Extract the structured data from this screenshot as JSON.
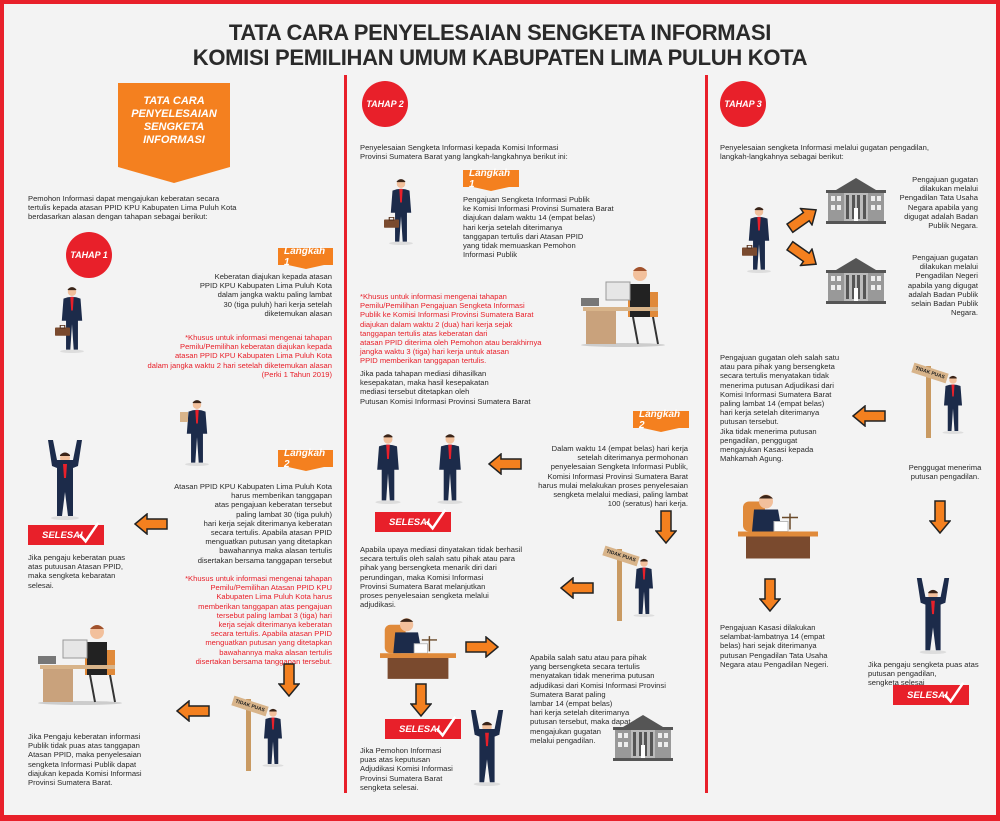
{
  "title": {
    "line1": "TATA CARA PENYELESAIAN SENGKETA INFORMASI",
    "line2": "KOMISI PEMILIHAN UMUM KABUPATEN LIMA PULUH KOTA"
  },
  "banner": "TATA CARA\nPENYELESAIAN\nSENGKETA\nINFORMASI",
  "colors": {
    "red": "#e8202a",
    "orange": "#f4801f"
  },
  "tahap1": {
    "label": "TAHAP 1",
    "intro": "Pemohon Informasi dapat mengajukan keberatan secara\ntertulis kepada atasan PPID KPU Kabupaten Lima Puluh Kota\nberdasarkan alasan dengan tahapan sebagai berikut:",
    "langkah1": {
      "label": "Langkah 1",
      "text": "Keberatan diajukan kepada atasan\nPPID KPU Kabupaten Lima Puluh Kota\ndalam jangka waktu paling lambat\n30 (tiga puluh) hari kerja setelah\ndiketemukan alasan",
      "note": "*Khusus untuk informasi mengenai tahapan\nPemilu/Pemilihan keberatan diajukan kepada\natasan PPID KPU Kabupaten Lima Puluh Kota\ndalam jangka waktu 2 hari setelah diketemukan alasan\n(Perki 1 Tahun 2019)"
    },
    "langkah2": {
      "label": "Langkah 2",
      "text": "Atasan PPID KPU Kabupaten Lima Puluh Kota\nharus memberikan tanggapan\natas pengajuan keberatan tersebut\npaling lambat 30 (tiga puluh)\nhari kerja sejak diterimanya keberatan\nsecara tertulis. Apabila atasan PPID\nmenguatkan putusan yang ditetapkan\nbawahannya maka alasan tertulis\ndisertakan bersama tanggapan tersebut",
      "note": "*Khusus untuk informasi mengenai tahapan\nPemilu/Pemilihan Atasan PPID KPU\nKabupaten Lima Puluh Kota harus\nmemberikan tanggapan atas pengajuan\ntersebut paling lambat 3 (tiga) hari\nkerja sejak diterimanya keberatan\nsecara tertulis. Apabila atasan PPID\nmenguatkan putusan yang ditetapkan\nbawahannya maka alasan tertulis\ndisertakan bersama tanggapan tersebut."
    },
    "selesai": "SELESAI",
    "puas_text": "Jika pengaju keberatan puas\natas putuusan Atasan PPID,\nmaka sengketa kebaratan\nselesai.",
    "tidak_puas_sign": "TIDAK PUAS",
    "tidak_puas_text": "Jika Pengaju keberatan informasi\nPublik tidak puas atas tanggapan\nAtasan PPID, maka penyelesaian\nsengketa Informasi Publik dapat\ndiajukan kepada Komisi Informasi\nProvinsi Sumatera Barat."
  },
  "tahap2": {
    "label": "TAHAP 2",
    "intro": "Penyelesaian Sengketa Informasi kepada Komisi Informasi\nProvinsi Sumatera Barat yang langkah-langkahnya berikut ini:",
    "langkah1": {
      "label": "Langkah 1",
      "text": "Pengajuan Sengketa Informasi Publik\nke Komisi Informasi Provinsi Sumatera Barat\ndiajukan dalam waktu 14 (empat belas)\nhari kerja setelah diterimanya\ntanggapan tertulis dari Atasan PPID\nyang tidak  memuaskan Pemohon\nInformasi Publik"
    },
    "note": "*Khusus untuk informasi mengenai tahapan\nPemilu/Pemilihan Pengajuan Sengketa Informasi\nPublik ke Komisi Informasi Provinsi Sumatera Barat\ndiajukan dalam waktu 2 (dua) hari kerja sejak\ntanggapan tertulis atas keberatan dari\natasan PPID diterima oleh Pemohon atau berakhirnya\njangka waktu 3 (tiga) hari kerja untuk atasan\nPPID memberikan tanggapan tertulis.",
    "mediasi_text": "Jika pada tahapan mediasi dihasilkan\nkesepakatan, maka hasil kesepakatan\nmediasi tersebut ditetapkan oleh\nPutusan Komisi Informasi Provinsi Sumatera Barat",
    "langkah2": {
      "label": "Langkah 2",
      "text": "Dalam waktu 14 (empat belas) hari kerja\nsetelah diterimanya permohonan\npenyelesaian Sengketa Informasi Publik,\nKomisi Informasi Provinsi Sumatera Barat\nharus mulai melakukan proses penyelesaian\nsengketa melalui mediasi, paling lambat\n100 (seratus) hari kerja."
    },
    "selesai": "SELESAI",
    "gagal_text": "Apabila upaya mediasi dinyatakan tidak berhasil\nsecara tertulis oleh salah satu pihak atau para\npihak yang bersengketa menarik diri dari\nperundingan, maka Komisi Informasi\nProvinsi Sumatera Barat melanjutkan\nproses penyelesaian sengketa melalui\nadjudikasi.",
    "tidak_puas_sign": "TIDAK PUAS",
    "selesai2": "SELESAI",
    "puas_text": "Jika Pemohon Informasi\npuas atas keputusan\nAdjudikasi Komisi Informasi\nProvinsi Sumatera Barat\nsengketa selesai.",
    "tolak_text": "Apabila salah satu atau para pihak\nyang bersengketa secara tertulis\nmenyatakan tidak menerima putusan\nadjudikasi dari Komisi Informasi Provinsi\nSumatera Barat paling\nlambar 14 (empat belas)\nhari kerja setelah diterimanya\nputusan tersebut, maka dapat\nmengajukan gugatan\nmelalui pengadilan."
  },
  "tahap3": {
    "label": "TAHAP 3",
    "intro": "Penyelesaian sengketa Informasi melalui gugatan pengadilan,\nlangkah-langkahnya sebagai berikut:",
    "ptun_text": "Pengajuan gugatan\ndilakukan melalui\nPengadilan Tata Usaha\nNegara apabila yang\ndigugat adalah Badan\nPublik Negara.",
    "pn_text": "Pengajuan gugatan\ndilakukan melalui\nPengadilan Negeri\napabila yang digugat\nadalah Badan Publik\nselain Badan Publik\nNegara.",
    "tidak_puas_sign": "TIDAK PUAS",
    "gugatan_text": "Pengajuan gugatan oleh salah satu\natau para pihak yang bersengketa\nsecara tertulis menyatakan tidak\nmenerima putusan Adjudikasi dari\nKomisi Informasi Sumatera Barat\npaling lambat 14 (empat belas)\nhari kerja setelah diterimanya\nputusan tersebut.\nJika tidak menerima putusan\npengadilan, penggugat\nmengajukan Kasasi kepada\nMahkamah Agung.",
    "menerima_text": "Penggugat menerima\nputusan pengadilan.",
    "kasasi_text": "Pengajuan Kasasi dilakukan\nselambat-lambatnya 14 (empat\nbelas) hari sejak diterimanya\nputusan Pengadilan Tata Usaha\nNegara atau Pengadilan Negeri.",
    "puas_text": "Jika pengaju sengketa puas atas\nputusan pengadilan,\nsengketa selesai",
    "selesai": "SELESAI"
  }
}
